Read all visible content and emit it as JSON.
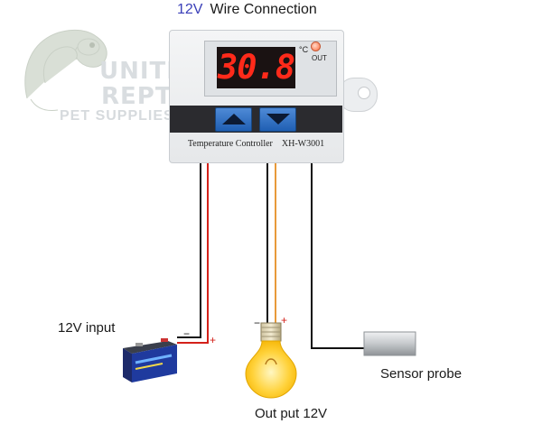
{
  "title": {
    "voltage": "12V",
    "text": "Wire Connection"
  },
  "watermark": {
    "line1": "UNITED",
    "line2": "REPTILES",
    "line3": "PET SUPPLIES"
  },
  "controller": {
    "reading": "30.8",
    "unit": "°C",
    "out_indicator": "OUT",
    "model_name": "Temperature Controller",
    "model_number": "XH-W3001",
    "up_icon": "triangle-up-icon",
    "down_icon": "triangle-down-icon"
  },
  "labels": {
    "input": "12V input",
    "output": "Out put 12V",
    "probe": "Sensor probe"
  },
  "terminals": {
    "battery_minus": "−",
    "battery_plus": "+",
    "bulb_minus": "−",
    "bulb_plus": "+"
  },
  "colors": {
    "wire_black": "#111111",
    "wire_red": "#d4211a",
    "wire_orange": "#e89a3a",
    "display_digits": "#ff2a1a",
    "button_blue": "#2a6cc2"
  }
}
